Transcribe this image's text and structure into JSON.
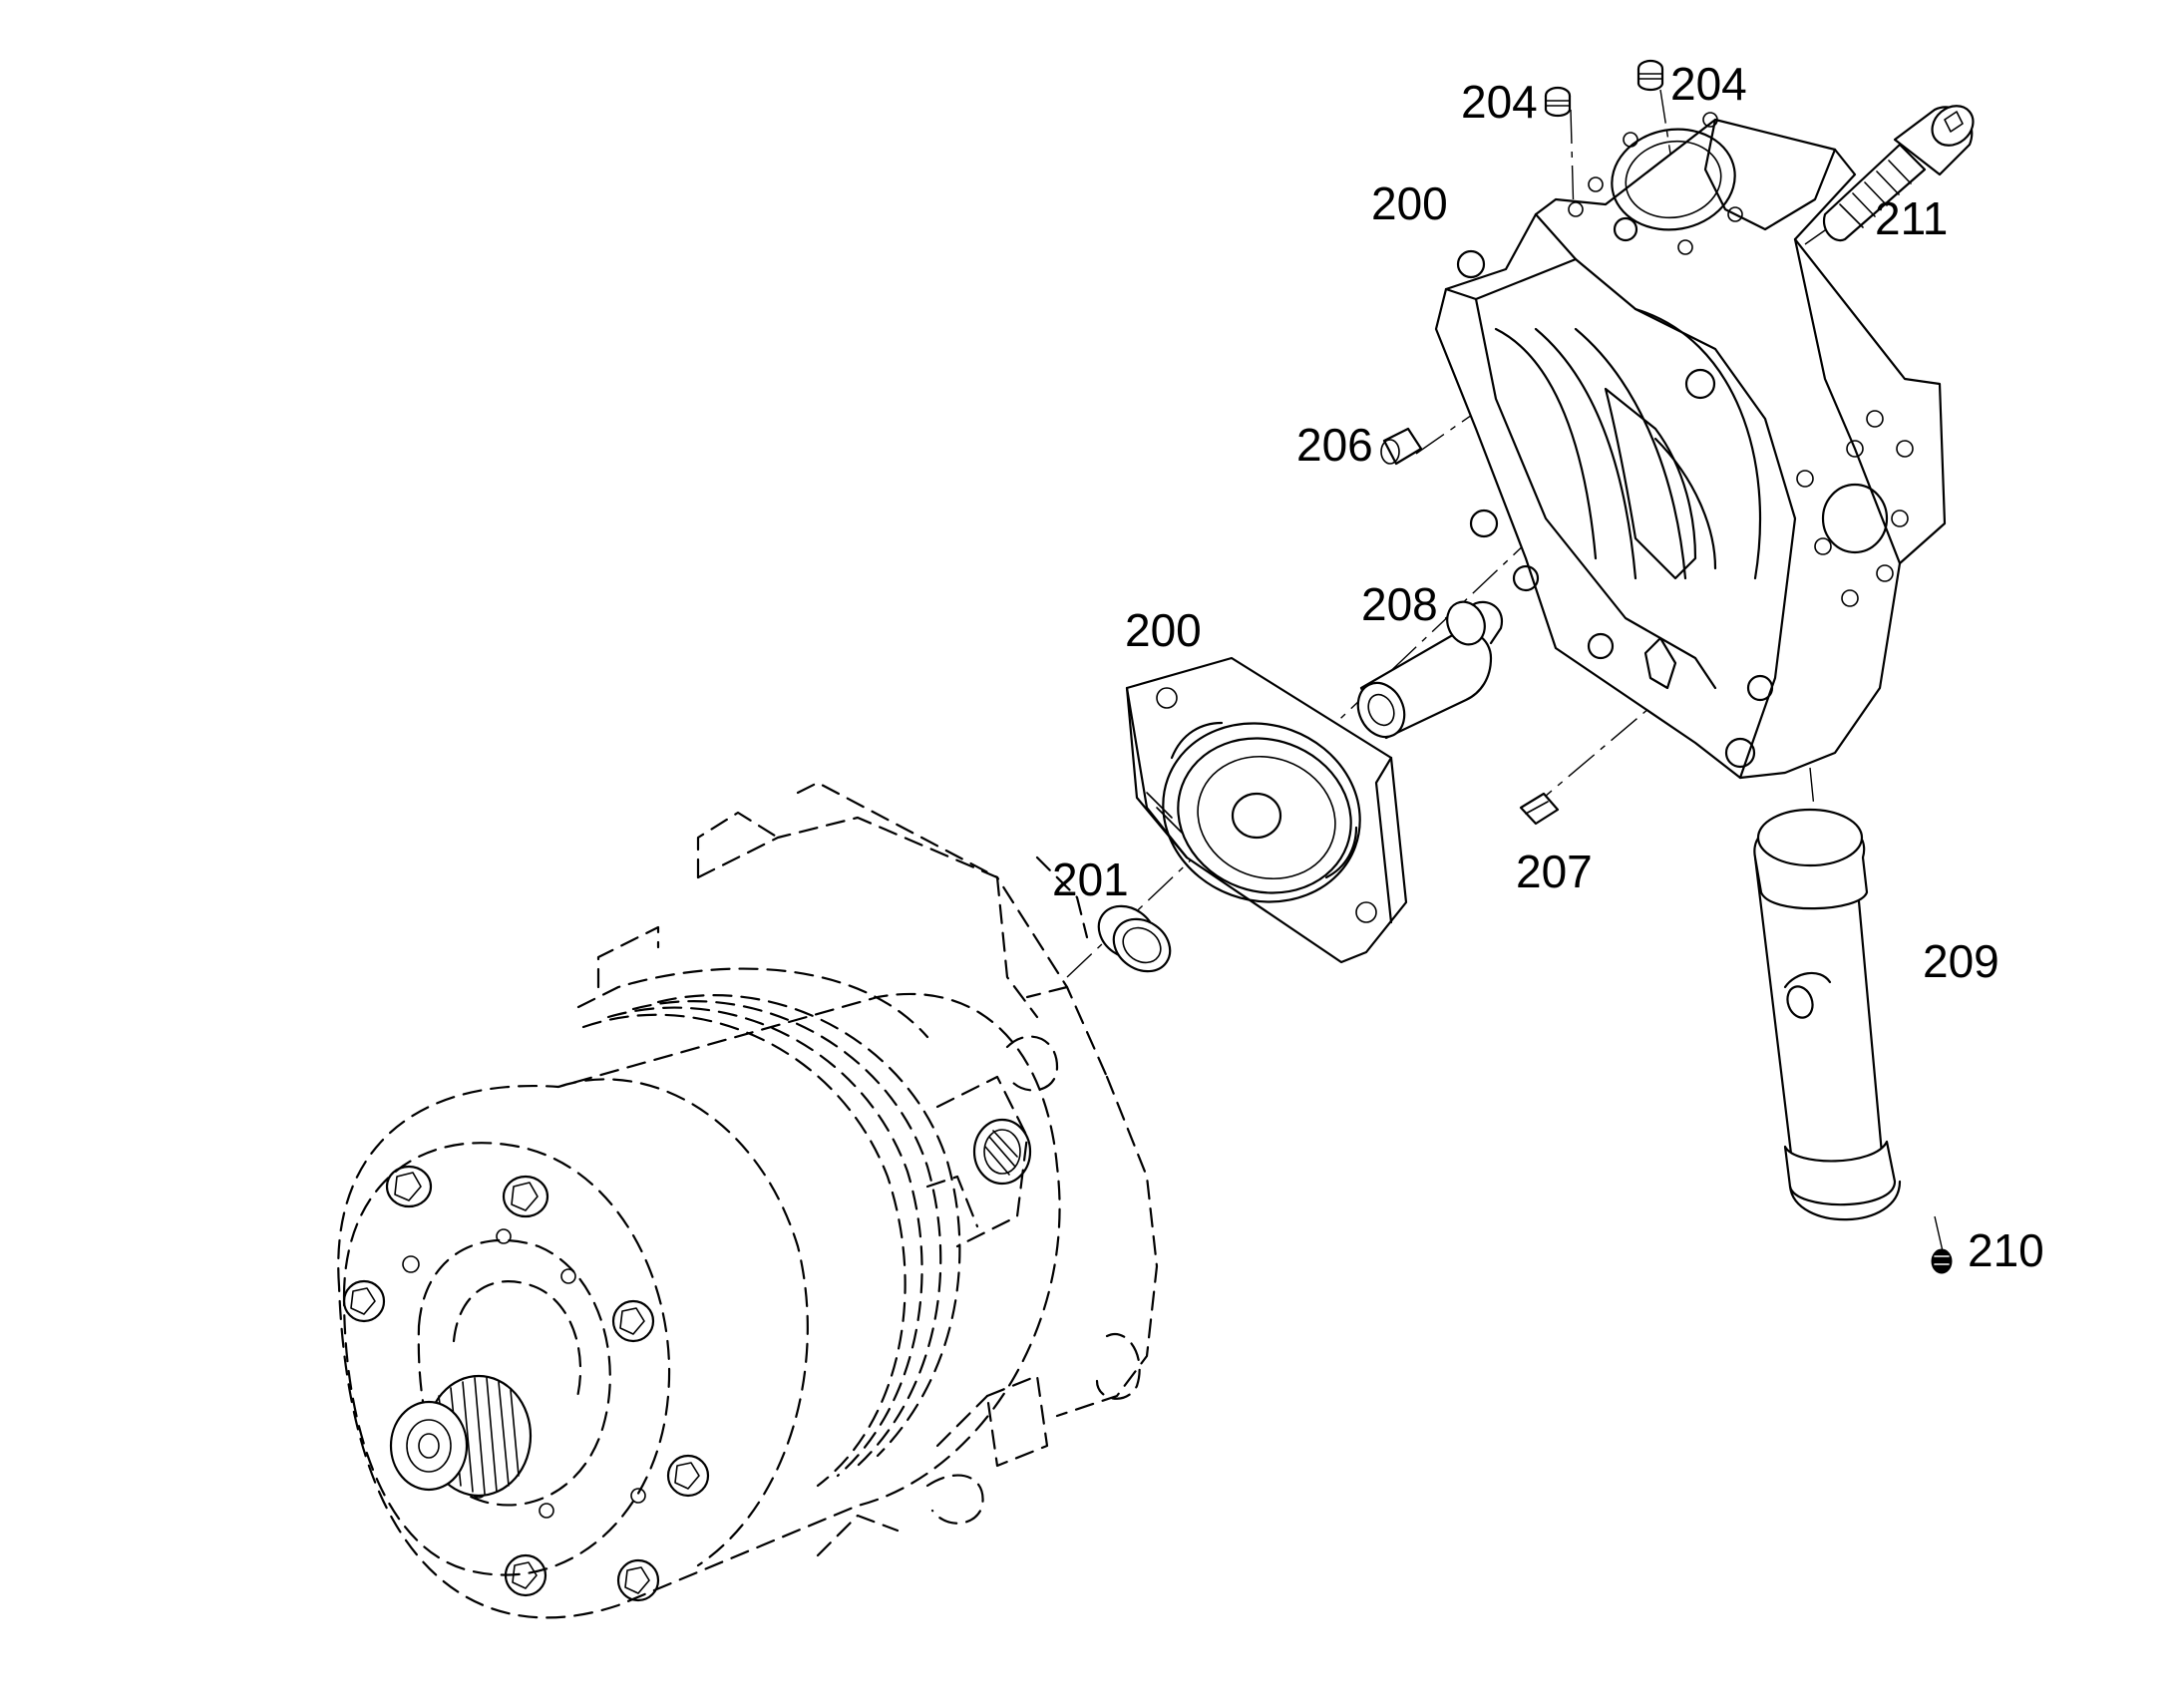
{
  "callouts": {
    "c200_housing": "200",
    "c200_plate": "200",
    "c201": "201",
    "c204_left": "204",
    "c204_right": "204",
    "c206": "206",
    "c207": "207",
    "c208": "208",
    "c209": "209",
    "c210": "210",
    "c211": "211"
  },
  "colors": {
    "line": "#000000",
    "background": "#ffffff"
  }
}
